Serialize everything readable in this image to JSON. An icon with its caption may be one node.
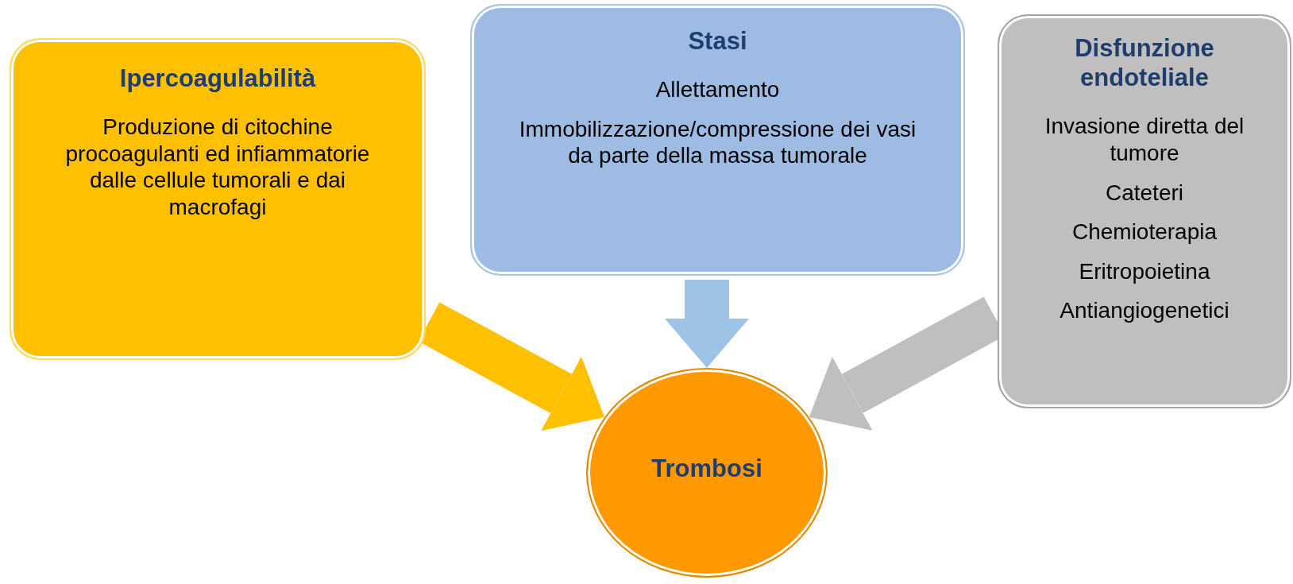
{
  "diagram": {
    "nodes": [
      {
        "text": [
          "Ipercoagulabilità",
          "Produzione di citochine procoagulanti ed infiammatorie dalle cellule tumorali e dai macrofagi"
        ]
      },
      {
        "text": [
          "Stasi",
          "Allettamento",
          "Immobilizzazione/compressione dei vasi da parte della massa tumorale"
        ]
      },
      {
        "text": [
          "Disfunzione endoteliale",
          "Invasione diretta del tumore",
          "Cateteri",
          "Chemioterapia",
          "Eritropoietina",
          "Antiangiogenetici"
        ]
      },
      {
        "text": [
          "Trombosi"
        ]
      }
    ],
    "edges": [
      {
        "from": 0,
        "to": 3,
        "arrow": "to",
        "color": "#ffc000"
      },
      {
        "from": 1,
        "to": 3,
        "arrow": "to",
        "color": "#9dc3e6"
      },
      {
        "from": 2,
        "to": 3,
        "arrow": "to",
        "color": "#bfbfbf"
      }
    ]
  }
}
